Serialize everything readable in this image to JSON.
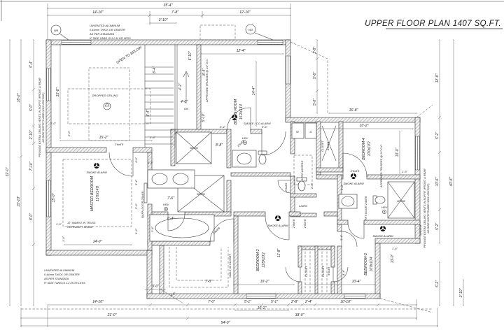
{
  "title": "UPPER FLOOR PLAN 1407 SQ.FT.",
  "rooms": {
    "bonus_name": "BONUS ROOM",
    "bonus_size": "15'2X13'4",
    "master_name": "MASTER BEDROOM",
    "master_size": "15'0X14'0",
    "bed2_name": "BEDROOM-2",
    "bed2_size": "11'8X10'2",
    "bed3_name": "BEDROOM-3",
    "bed3_size": "10'0x10'4",
    "bed4_name": "BEDROOM-4",
    "bed4_size": "10'0x10'2",
    "walkin": "WALK-IN CLOSET",
    "linen": "LINEN",
    "closet": "CLOSET"
  },
  "labels": {
    "open_below": "OPEN TO BELOW",
    "dropped": "DROPPED CEILING",
    "dn": "DN",
    "smoke": "SMOKE ALARM",
    "smoke_co": "SMOKE / CO ALARM",
    "hrv": "HRV",
    "washer": "W",
    "dryer": "D",
    "shower": "60X36",
    "attic": "ATTIC ACCESS",
    "tandem": "TANDEM",
    "barn": "BARN DOOR 2'6x6'8",
    "pkt": "PKT DOOR 2'4x6'8",
    "door26": "2'6x6'8",
    "door24": "2'4x6'8",
    "door20": "2'0x6'8",
    "shelf": "4'0x1'8",
    "w8": "W8",
    "w3": "W3",
    "trusses": "APPROVED TRUSSES @ 24\" O.C.",
    "indent1": "12\" INDENT IN TRUSS",
    "indent2": "ROPELIGHT LEDGE"
  },
  "notes": {
    "unvented": [
      "UNVENTED ALUMINUM",
      "0.44mm THICK OR GRATER",
      "AS PER STANDATA",
      "IF SIDE YARD IS 1.2 M OR LESS"
    ],
    "soffit1": "PROVIDE EXTRA CEILING VENTS IN SOFFIT (FRONT & REAR",
    "soffit2": "AS SIDE SOFFITS ARE NON VENTING)"
  },
  "dims": {
    "top_overall": "35'-4\"",
    "top_a": "14'-10\"",
    "top_b": "7'-8\"",
    "top_c": "12'-10\"",
    "top_d": "3'-10\"",
    "bonus_w": "12'-4\"",
    "bonus_h": "14'-4\"",
    "bonus_a": "9'-4\"",
    "bonus_b": "5'-6\"",
    "entry_a": "1'-8\"",
    "entry_b": "5'-6\"",
    "entry_c": "5'-0\"",
    "bed4_top": "16'-8\"",
    "bed4_w": "10'-2\"",
    "bed4_h": "10'-0\"",
    "right_a": "12'-8\"",
    "right_b": "5'-2\"",
    "right_c": "10'-6\"",
    "right_d": "5'-2\"",
    "right_e": "5'-2\"",
    "right_f": "2'-10\"",
    "right_overall": "40'-8\"",
    "left_overall": "32'-0\"",
    "left_a": "16'-2\"",
    "left_b": "15'-10\"",
    "left_c": "5'-4\"",
    "left_d": "5'-0\"",
    "left_e": "2'-10\"",
    "left_f": "7'-10\"",
    "left_g": "8'-0\"",
    "open_h": "15'-8\"",
    "open_w": "15'-2\"",
    "open_a": "2'-0\"",
    "open_b": "2'-0\"",
    "stair_a": "8'-4\"",
    "stair_b": "6'-10\"",
    "stair_c": "8'-4\"",
    "stair_d": "4'-2\"",
    "stair_e": "4'-0\"",
    "stair_f": "4'-4\"",
    "stair_g": "5'-10\"",
    "hall_a": "8'-8\"",
    "hall_b": "5'-6\"",
    "hall_c": "1'-8\"",
    "vanity_w": "7'-6\"",
    "master_w": "14'-0\"",
    "master_h": "15'-0\"",
    "master_a": "1'-0\"",
    "master_b": "1'-0\"",
    "mwall_a": "4'-0\"",
    "mwall_b": "5'-4\"",
    "mwall_c": "2'-6\"",
    "mwall_d": "5'-6\"",
    "tub_w": "6'-4\"",
    "tub_h": "3'-4\"",
    "wic_a": "3'-0\"",
    "wic_b": "7'-0\"",
    "bed2_h": "11'-8\"",
    "bed2_w": "10'-2\"",
    "bed3_w": "10'-4\"",
    "bed3_h": "10'-0\"",
    "cl_a": "3'-4\"",
    "cl_b": "4'-4\"",
    "cl_c": "2'-6\"",
    "cl_d": "5'-0\"",
    "misc_a": "1'-6\"",
    "misc_b": "1'-6\"",
    "bot_a": "14'-10\"",
    "bot_diag": "6'-2\"",
    "bot_b": "7'-0\"",
    "bot_c": "5'-1\"",
    "bot_d": "5'-1\"",
    "bot_e": "10'-2\"",
    "bot_f": "2'-8\"",
    "bot_g": "2'-4\"",
    "bot_h": "10'-10\"",
    "bot_33": "33'-0\"",
    "bot_21": "21'-0\"",
    "bot_54": "54'-0\""
  }
}
